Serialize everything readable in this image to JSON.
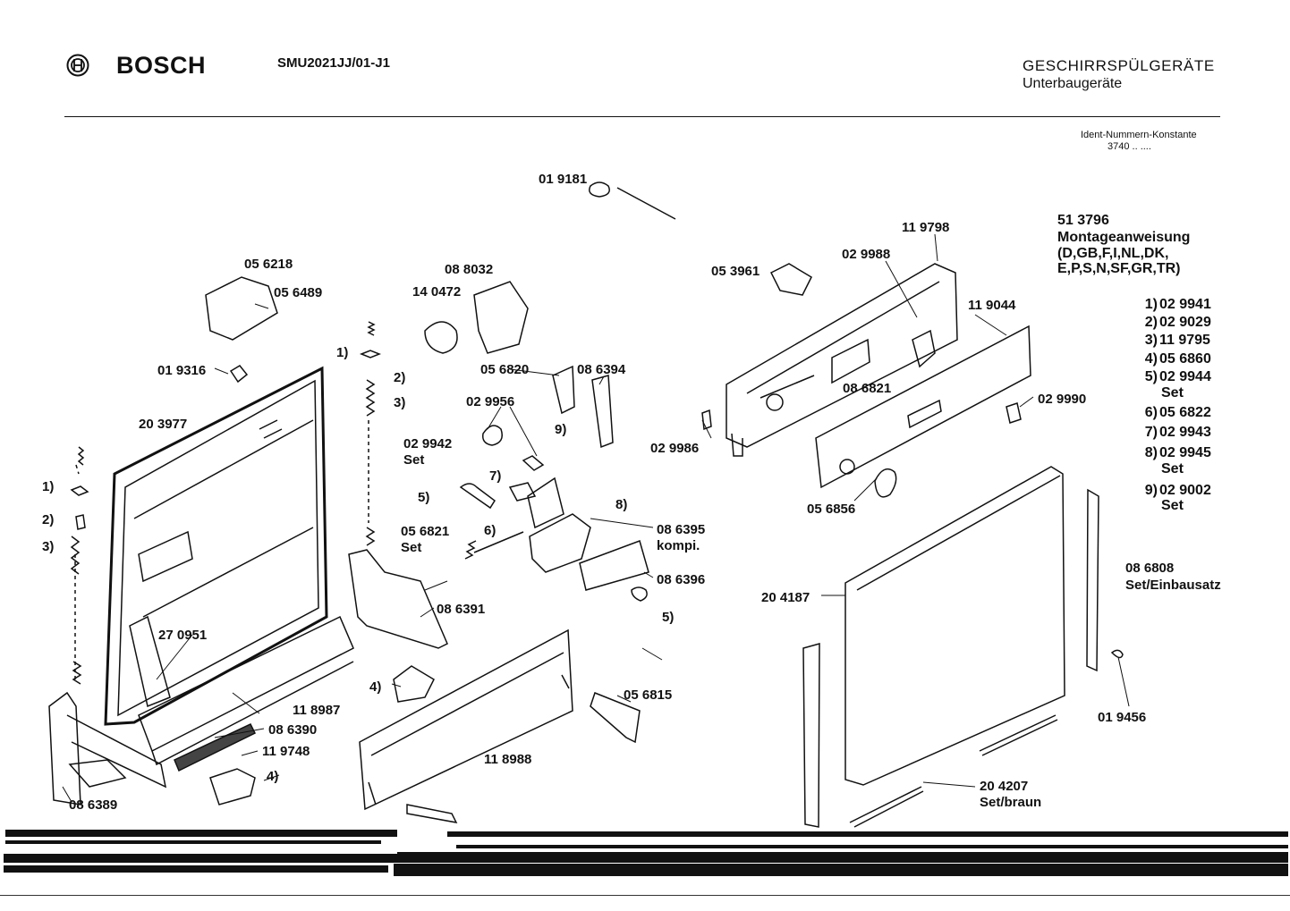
{
  "header": {
    "brand": "BOSCH",
    "model": "SMU2021JJ/01-J1",
    "category": "GESCHIRRSPÜLGERÄTE",
    "subcategory": "Unterbaugeräte",
    "ident_label": "Ident-Nummern-Konstante",
    "ident_value": "3740  ..  ...."
  },
  "parts": {
    "p019181": "01 9181",
    "p119798": "11 9798",
    "p029988": "02 9988",
    "p053961": "05 3961",
    "p119044": "11 9044",
    "p086821": "08 6821",
    "p029990": "02 9990",
    "p029986": "02 9986",
    "p056856": "05 6856",
    "p056218": "05 6218",
    "p056489": "05 6489",
    "p088032": "08 8032",
    "p140472": "14 0472",
    "p019316": "01 9316",
    "p056820": "05 6820",
    "p086394": "08 6394",
    "p029956": "02 9956",
    "p029942": "02 9942",
    "p029942_set": "Set",
    "p203977": "20 3977",
    "p056821": "05 6821",
    "p056821_set": "Set",
    "p086395": "08 6395",
    "p086395_sub": "kompi.",
    "p086396": "08 6396",
    "p086391": "08 6391",
    "p270951": "27 0951",
    "p118987": "11 8987",
    "p086390": "08 6390",
    "p119748": "11 9748",
    "p086389": "08 6389",
    "p118988": "11 8988",
    "p056815": "05 6815",
    "p204187": "20 4187",
    "p086808": "08 6808",
    "p086808_sub": "Set/Einbausatz",
    "p019456": "01 9456",
    "p204207": "20 4207",
    "p204207_sub": "Set/braun",
    "ref1a": "1)",
    "ref2a": "2)",
    "ref3a": "3)",
    "ref1b": "1)",
    "ref2b": "2)",
    "ref3b": "3)",
    "ref4a": "4)",
    "ref4b": "4)",
    "ref5a": "5)",
    "ref5b": "5)",
    "ref6": "6)",
    "ref7": "7)",
    "ref8": "8)",
    "ref9": "9)"
  },
  "notes": {
    "manual_number": "51 3796",
    "manual_title": "Montageanweisung",
    "manual_langs_1": "(D,GB,F,I,NL,DK,",
    "manual_langs_2": "E,P,S,N,SF,GR,TR)",
    "items": [
      {
        "num": "1)",
        "part": "02 9941",
        "sub": ""
      },
      {
        "num": "2)",
        "part": "02 9029",
        "sub": ""
      },
      {
        "num": "3)",
        "part": "11 9795",
        "sub": ""
      },
      {
        "num": "4)",
        "part": "05 6860",
        "sub": ""
      },
      {
        "num": "5)",
        "part": "02 9944",
        "sub": "Set"
      },
      {
        "num": "6)",
        "part": "05 6822",
        "sub": ""
      },
      {
        "num": "7)",
        "part": "02 9943",
        "sub": ""
      },
      {
        "num": "8)",
        "part": "02 9945",
        "sub": "Set"
      },
      {
        "num": "9)",
        "part": "02 9002",
        "sub": "Set"
      }
    ]
  }
}
